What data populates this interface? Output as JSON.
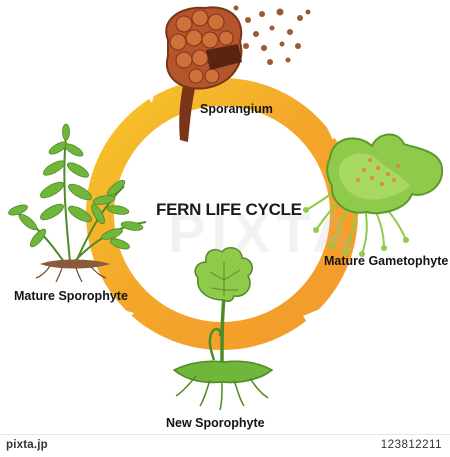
{
  "diagram": {
    "title": "FERN LIFE CYCLE",
    "stages": [
      {
        "id": "sporangium",
        "label": "Sporangium"
      },
      {
        "id": "gametophyte",
        "label": "Mature Gametophyte"
      },
      {
        "id": "new_sporophyte",
        "label": "New Sporophyte"
      },
      {
        "id": "mature_sporophyte",
        "label": "Mature Sporophyte"
      }
    ],
    "colors": {
      "arrow_orange": "#f39a2c",
      "arrow_yellow": "#f7c62a",
      "leaf_green": "#6fb63a",
      "gametophyte_green": "#8fca4a",
      "sporangium_brown": "#b5552b"
    }
  },
  "watermark": "PIXTA",
  "footer": {
    "brand": "pixta.jp",
    "image_number": "123812211"
  }
}
